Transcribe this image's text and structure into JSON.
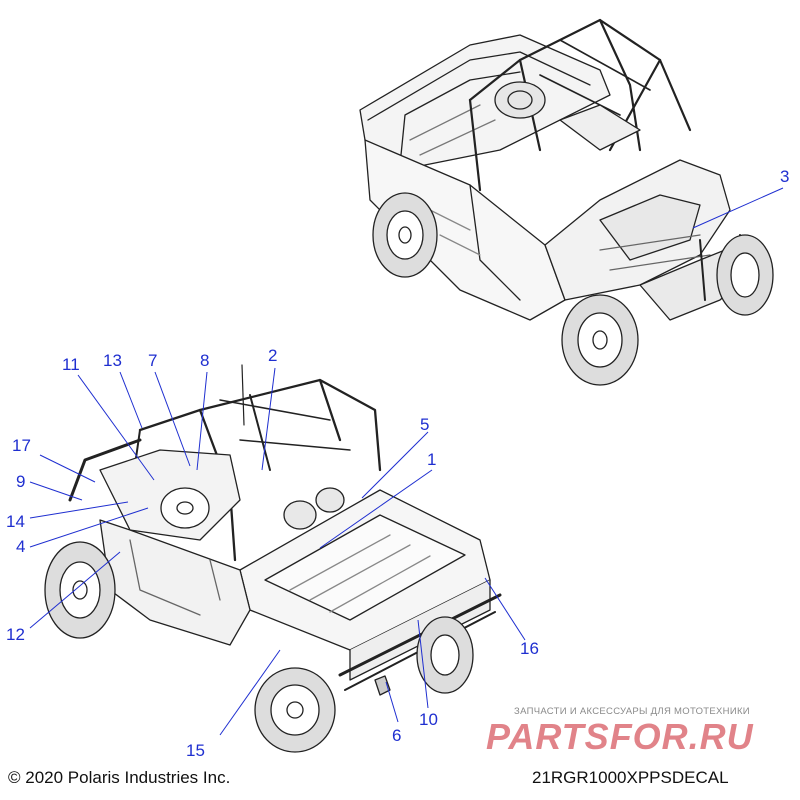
{
  "copyright": "© 2020 Polaris Industries Inc.",
  "diagram_code": "21RGR1000XPPSDECAL",
  "watermark": {
    "tagline": "ЗАПЧАСТИ И АКСЕССУАРЫ ДЛЯ МОТОТЕХНИКИ",
    "logo": "PARTSFOR.RU"
  },
  "colors": {
    "callout": "#1f2fd0",
    "leader": "#1f2fd0",
    "linework": "#222222",
    "watermark": "#c81e28"
  },
  "callouts": {
    "c1": "1",
    "c2": "2",
    "c3": "3",
    "c4": "4",
    "c5": "5",
    "c6": "6",
    "c7": "7",
    "c8": "8",
    "c9": "9",
    "c10": "10",
    "c11": "11",
    "c12": "12",
    "c13": "13",
    "c14": "14",
    "c15": "15",
    "c16": "16",
    "c17": "17"
  }
}
